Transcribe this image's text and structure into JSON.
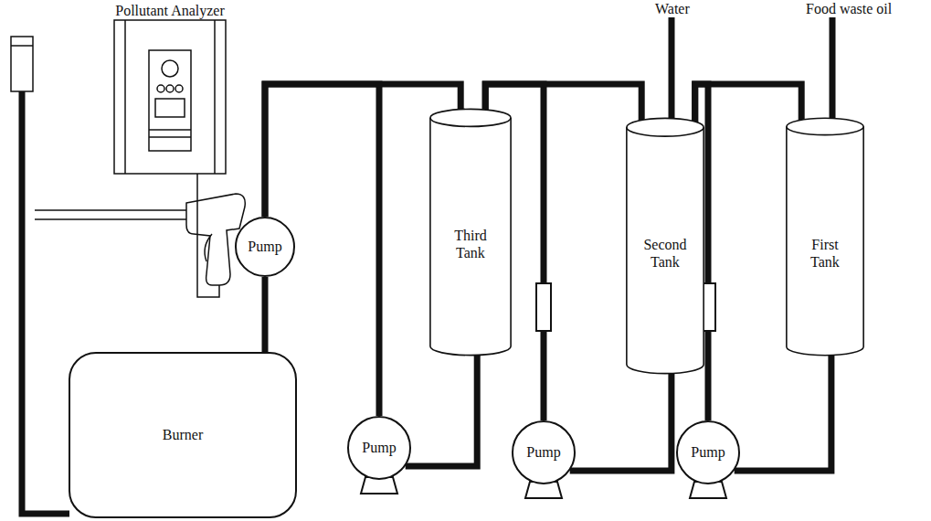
{
  "diagram": {
    "nodes": [
      {
        "text": [
          "Pollutant Analyzer"
        ]
      },
      {
        "text": [
          "Pump"
        ]
      },
      {
        "text": [
          "Third Tank"
        ]
      },
      {
        "text": [
          "Second Tank"
        ]
      },
      {
        "text": [
          "First Tank"
        ]
      },
      {
        "text": [
          "Burner"
        ]
      },
      {
        "text": [
          "Pump"
        ]
      },
      {
        "text": [
          "Pump"
        ]
      },
      {
        "text": [
          "Pump"
        ]
      }
    ],
    "edges": [
      {
        "from": 4,
        "to": 8,
        "arrow": "none"
      },
      {
        "from": 8,
        "to": 3,
        "arrow": "none"
      },
      {
        "from": 3,
        "to": 4,
        "arrow": "none"
      },
      {
        "from": 3,
        "to": 7,
        "arrow": "none"
      },
      {
        "from": 7,
        "to": 2,
        "arrow": "none"
      },
      {
        "from": 2,
        "to": 3,
        "arrow": "none"
      },
      {
        "from": 2,
        "to": 6,
        "arrow": "none"
      },
      {
        "from": 6,
        "to": 1,
        "arrow": "none"
      },
      {
        "from": 1,
        "to": 2,
        "arrow": "none"
      },
      {
        "from": 1,
        "to": 5,
        "arrow": "none"
      }
    ],
    "labels": [
      "Water",
      "Food waste oil"
    ]
  }
}
